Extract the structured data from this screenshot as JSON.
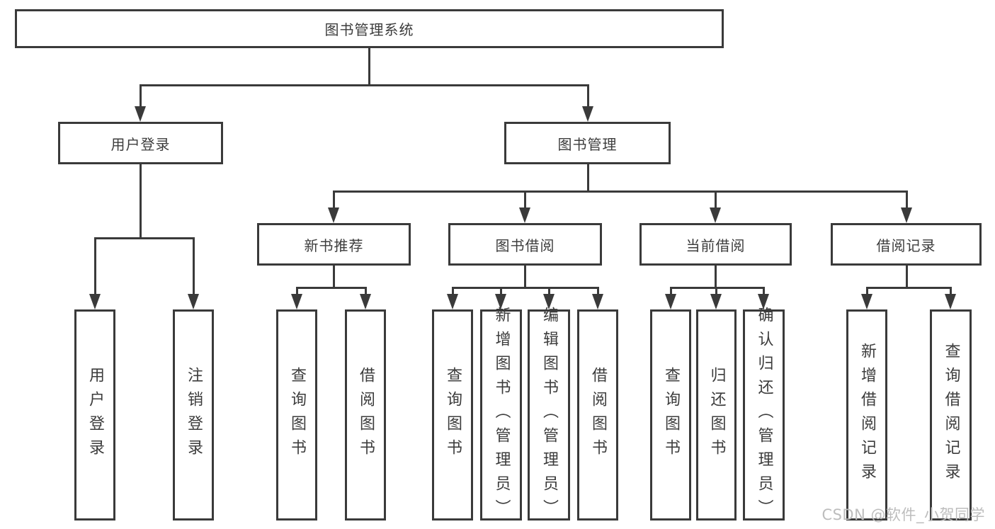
{
  "colors": {
    "line": "#3a3a3a",
    "text": "#3c3c3c",
    "watermark": "#bdbdbd",
    "background": "#ffffff"
  },
  "nodes": {
    "root": "图书管理系统",
    "login": "用户登录",
    "manage": "图书管理",
    "login_user": "用户登录",
    "login_logout": "注销登录",
    "recommend": "新书推荐",
    "borrow": "图书借阅",
    "current": "当前借阅",
    "records": "借阅记录",
    "rec_query": "查询图书",
    "rec_borrow": "借阅图书",
    "bor_query": "查询图书",
    "bor_add": "新增图书（管理员）",
    "bor_edit": "编辑图书（管理员）",
    "bor_borrow": "借阅图书",
    "cur_query": "查询图书",
    "cur_return": "归还图书",
    "cur_confirm": "确认归还（管理员）",
    "rec2_add": "新增借阅记录",
    "rec2_query": "查询借阅记录"
  },
  "watermark": "CSDN @软件_小贺同学"
}
